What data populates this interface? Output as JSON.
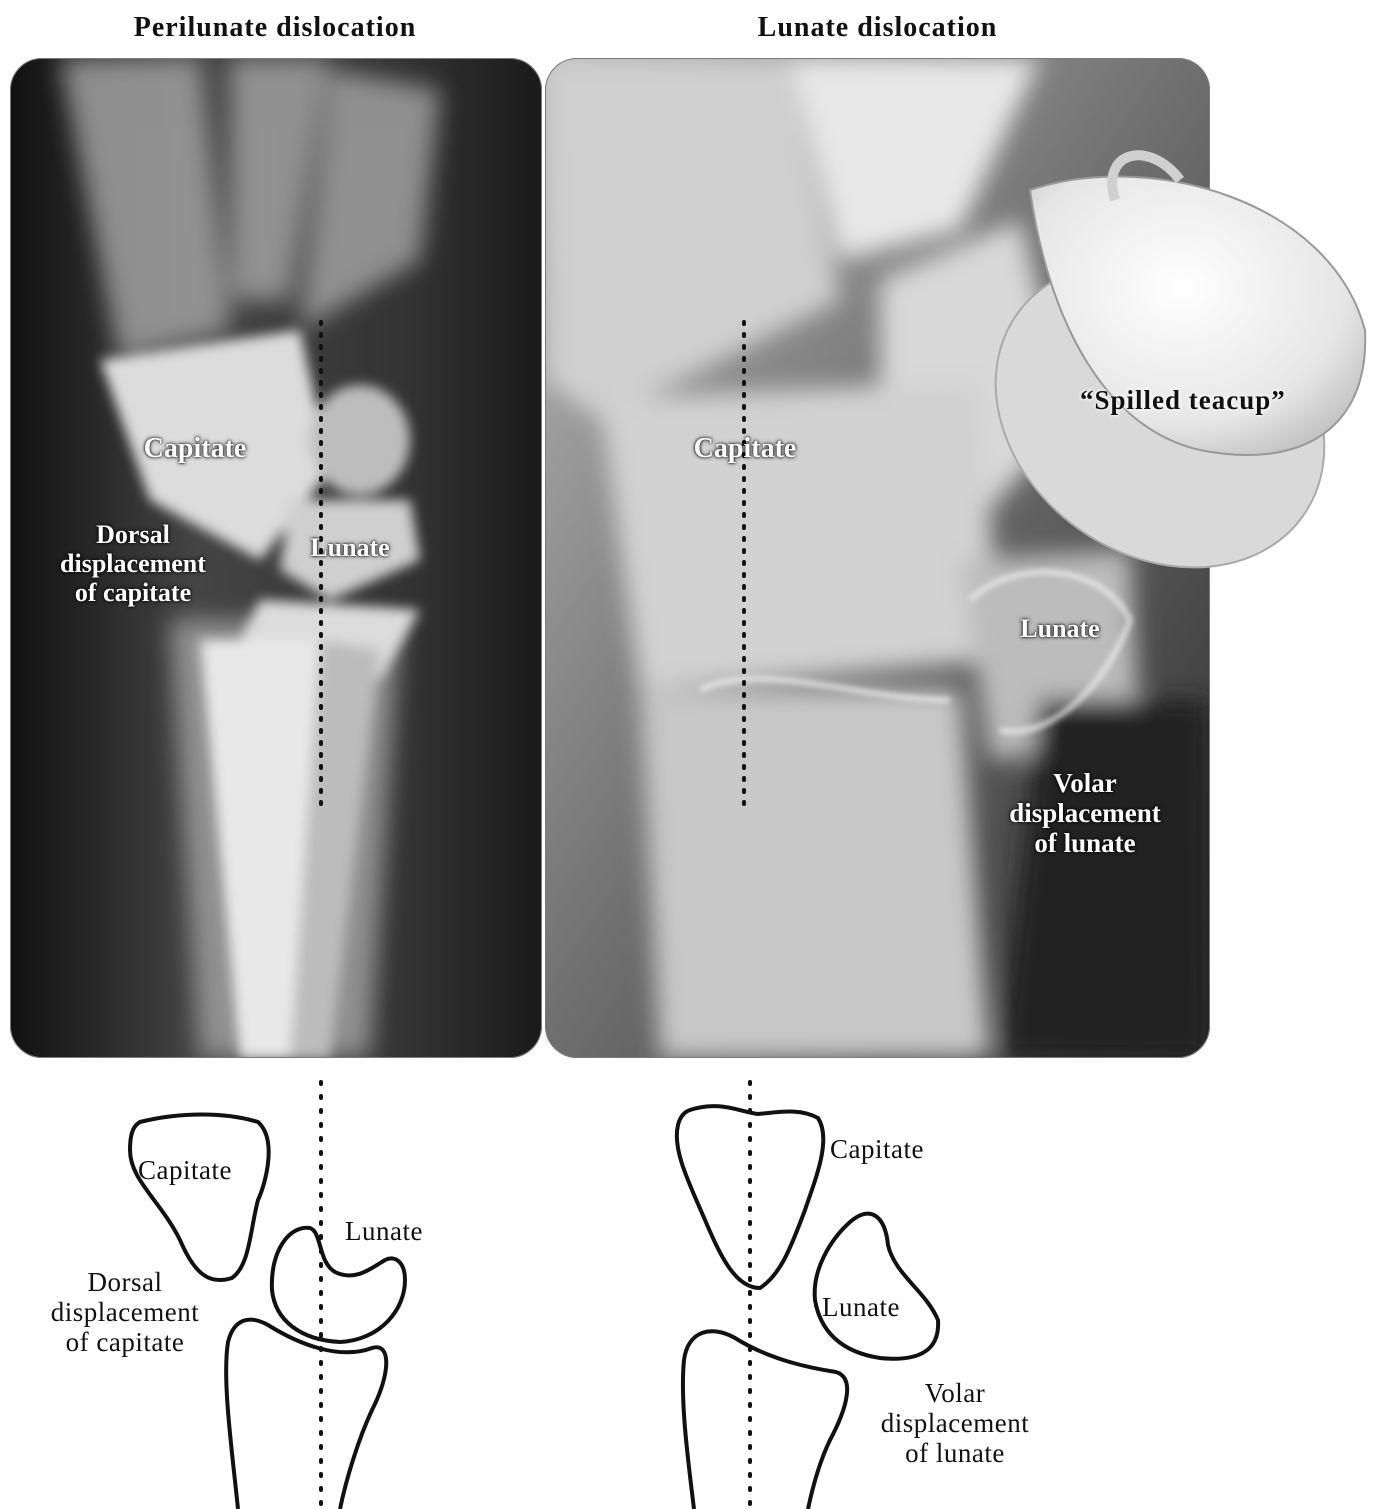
{
  "panels": {
    "left_title": "Perilunate dislocation",
    "right_title": "Lunate dislocation"
  },
  "xray_left": {
    "capitate": "Capitate",
    "lunate": "Lunate",
    "dorsal": [
      "Dorsal",
      "displacement",
      "of capitate"
    ]
  },
  "xray_right": {
    "capitate": "Capitate",
    "lunate": "Lunate",
    "teacup": "“Spilled teacup”",
    "volar": [
      "Volar",
      "displacement",
      "of lunate"
    ]
  },
  "diagram_left": {
    "capitate": "Capitate",
    "lunate": "Lunate",
    "dorsal": [
      "Dorsal",
      "displacement",
      "of capitate"
    ]
  },
  "diagram_right": {
    "capitate": "Capitate",
    "lunate": "Lunate",
    "volar": [
      "Volar",
      "displacement",
      "of lunate"
    ]
  }
}
